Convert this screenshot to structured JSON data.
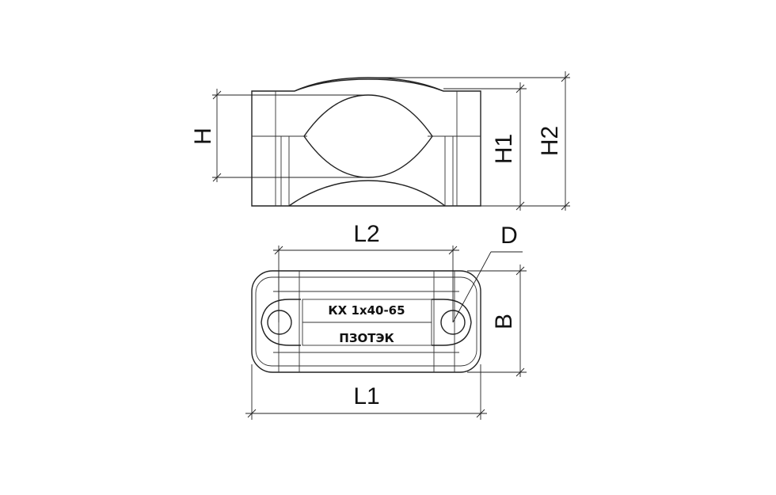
{
  "dimensions": {
    "h": "H",
    "h1": "H1",
    "h2": "H2",
    "l1": "L1",
    "l2": "L2",
    "b": "B",
    "d": "D"
  },
  "marking": {
    "model": "КХ 1х40-65",
    "brand": "ПЗОТЭК"
  },
  "colors": {
    "line": "#222222",
    "background": "#ffffff"
  }
}
